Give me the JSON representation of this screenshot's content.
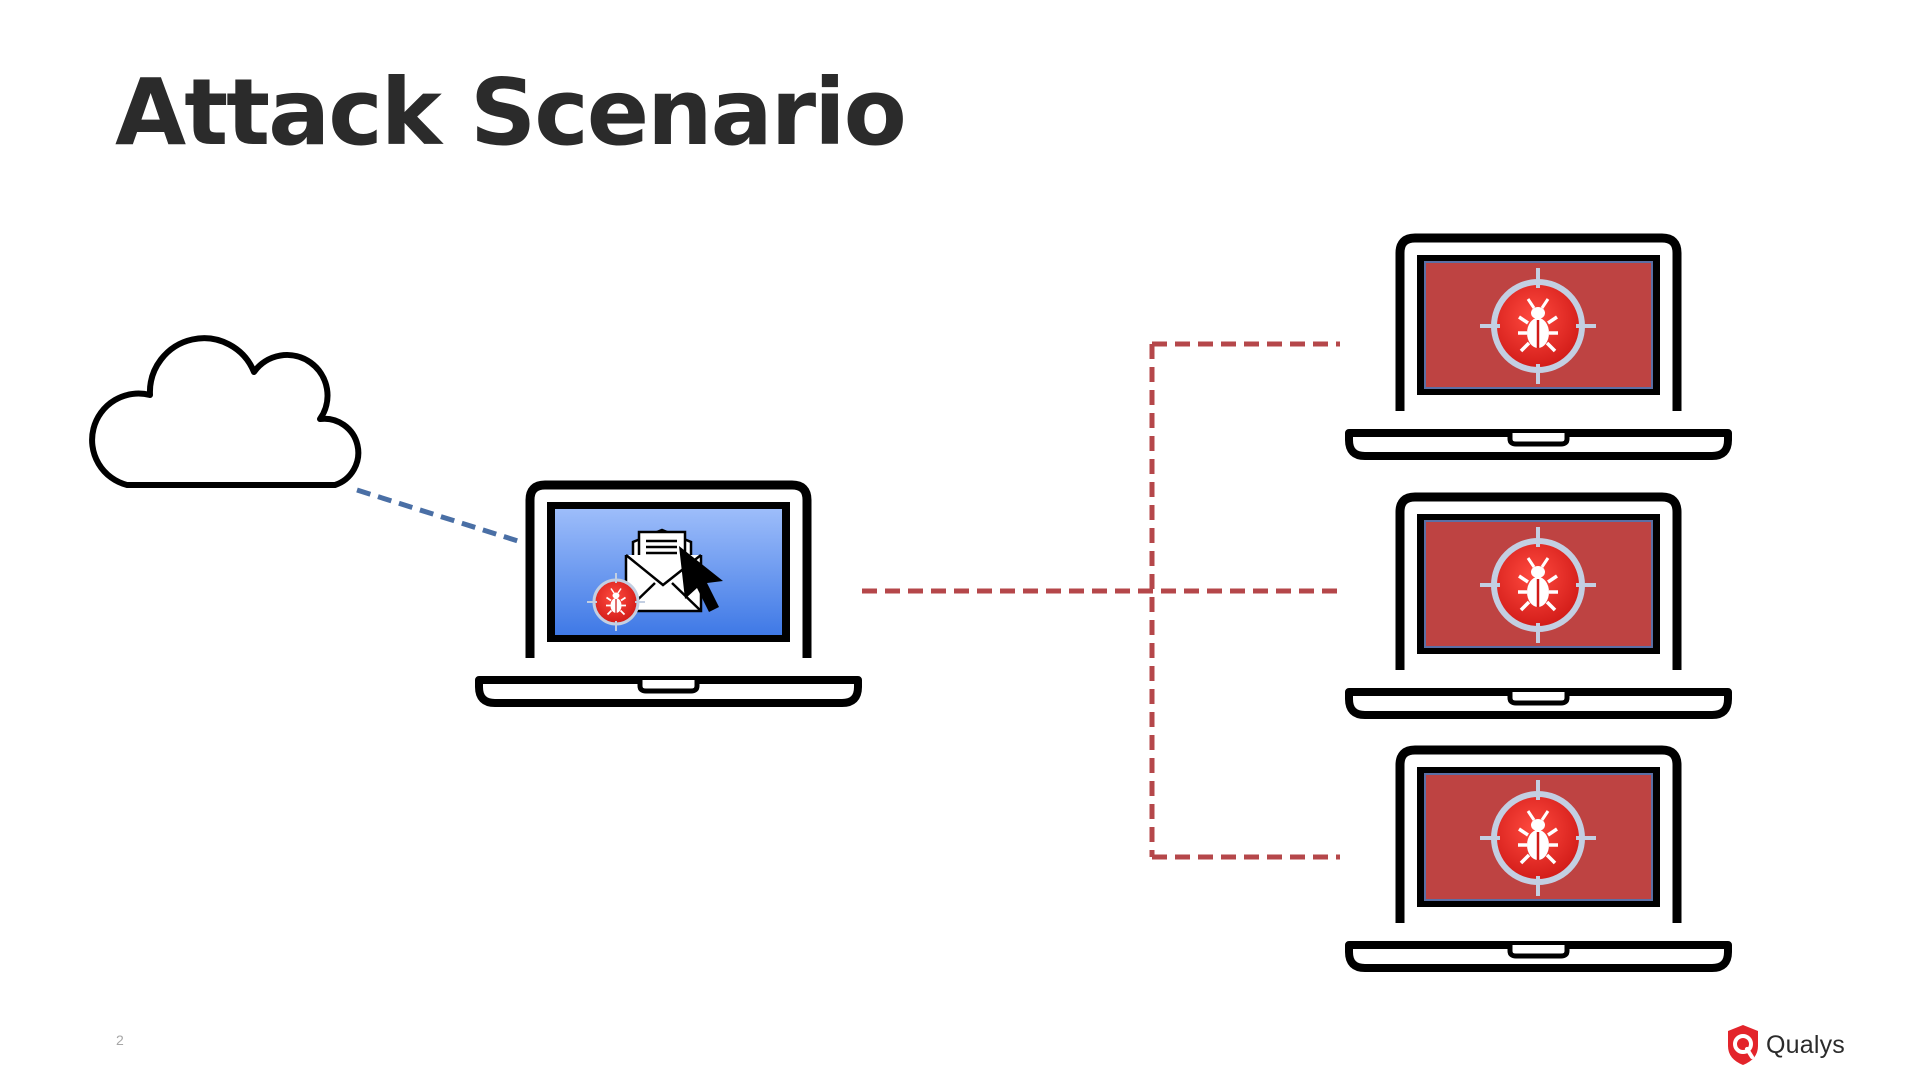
{
  "slide": {
    "title": "Attack Scenario",
    "page_number": "2"
  },
  "brand": {
    "name": "Qualys",
    "mark_color": "#e3242b"
  },
  "diagram": {
    "nodes": [
      {
        "id": "cloud",
        "icon": "cloud-icon"
      },
      {
        "id": "patient-zero-laptop",
        "icon": "laptop-icon",
        "screen_color": "#6f9bf0",
        "overlay_icons": [
          "envelope-icon",
          "cursor-icon",
          "bug-target-icon"
        ]
      },
      {
        "id": "infected-laptop-1",
        "icon": "laptop-icon",
        "screen_color": "#be4342",
        "overlay_icons": [
          "bug-target-icon"
        ]
      },
      {
        "id": "infected-laptop-2",
        "icon": "laptop-icon",
        "screen_color": "#be4342",
        "overlay_icons": [
          "bug-target-icon"
        ]
      },
      {
        "id": "infected-laptop-3",
        "icon": "laptop-icon",
        "screen_color": "#be4342",
        "overlay_icons": [
          "bug-target-icon"
        ]
      }
    ],
    "links": [
      {
        "from": "cloud",
        "to": "patient-zero-laptop",
        "style": "dashed",
        "color": "#4a6fa5"
      },
      {
        "from": "patient-zero-laptop",
        "to": "infected-laptop-1",
        "style": "dashed",
        "color": "#b5474a"
      },
      {
        "from": "patient-zero-laptop",
        "to": "infected-laptop-2",
        "style": "dashed",
        "color": "#b5474a"
      },
      {
        "from": "patient-zero-laptop",
        "to": "infected-laptop-3",
        "style": "dashed",
        "color": "#b5474a"
      }
    ]
  }
}
